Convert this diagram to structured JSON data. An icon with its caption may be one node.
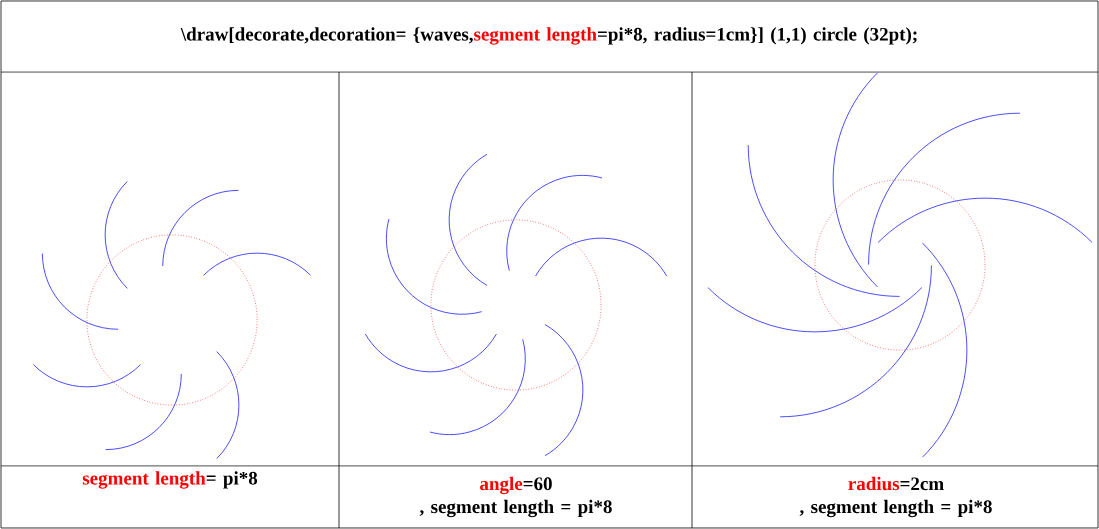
{
  "diagram": {
    "labels": [
      "\\draw[decorate,decoration= {waves,",
      "segment length",
      "=pi*8, radius=1cm}] (1,1) circle (32pt);",
      "segment length",
      "= pi*8",
      "angle",
      "=60",
      ", segment length = pi*8",
      "radius",
      "=2cm",
      ", segment length = pi*8"
    ]
  }
}
